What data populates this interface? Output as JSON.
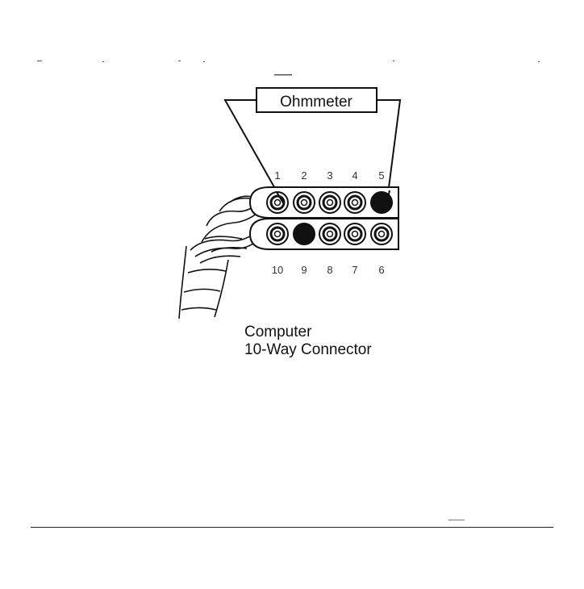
{
  "meter": {
    "label": "Ohmmeter"
  },
  "connector": {
    "top_row": [
      {
        "label": "1",
        "filled": false,
        "probe": true
      },
      {
        "label": "2",
        "filled": false,
        "probe": false
      },
      {
        "label": "3",
        "filled": false,
        "probe": false
      },
      {
        "label": "4",
        "filled": false,
        "probe": false
      },
      {
        "label": "5",
        "filled": true,
        "probe": true
      }
    ],
    "bottom_row": [
      {
        "label": "10",
        "filled": false,
        "probe": false
      },
      {
        "label": "9",
        "filled": true,
        "probe": false
      },
      {
        "label": "8",
        "filled": false,
        "probe": false
      },
      {
        "label": "7",
        "filled": false,
        "probe": false
      },
      {
        "label": "6",
        "filled": false,
        "probe": false
      }
    ]
  },
  "caption": {
    "line1": "Computer",
    "line2": "10-Way Connector"
  },
  "colors": {
    "ink": "#111111",
    "paper": "#ffffff"
  }
}
